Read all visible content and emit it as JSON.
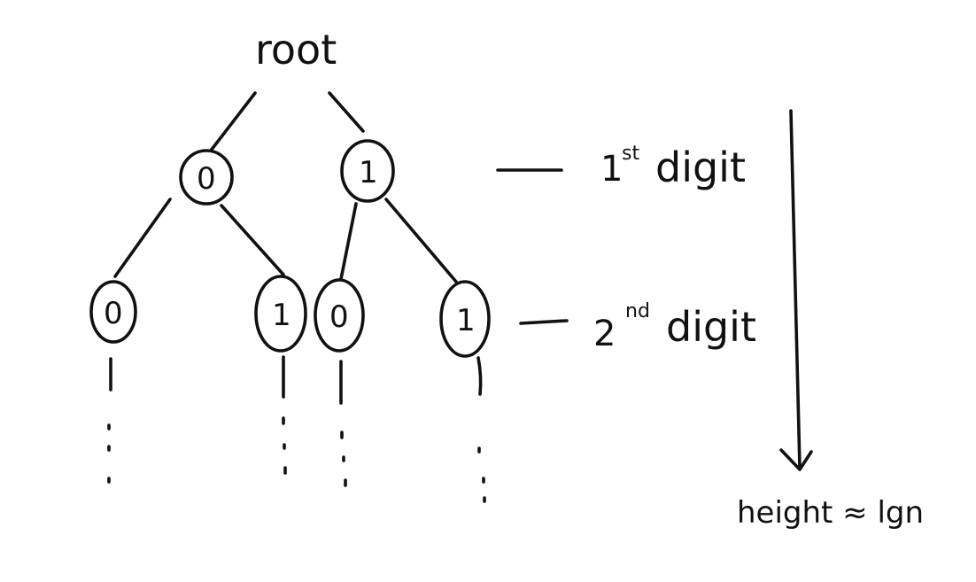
{
  "diagram": {
    "root_label": "root",
    "level1": {
      "left_node": "0",
      "right_node": "1"
    },
    "level2": {
      "nodes": [
        "0",
        "1",
        "0",
        "1"
      ]
    },
    "annotations": {
      "first_digit": {
        "number": "1",
        "suffix": "st",
        "word": "digit"
      },
      "second_digit": {
        "number": "2",
        "suffix": "nd",
        "word": "digit"
      },
      "height": {
        "text": "height ≈ lgn"
      }
    }
  }
}
